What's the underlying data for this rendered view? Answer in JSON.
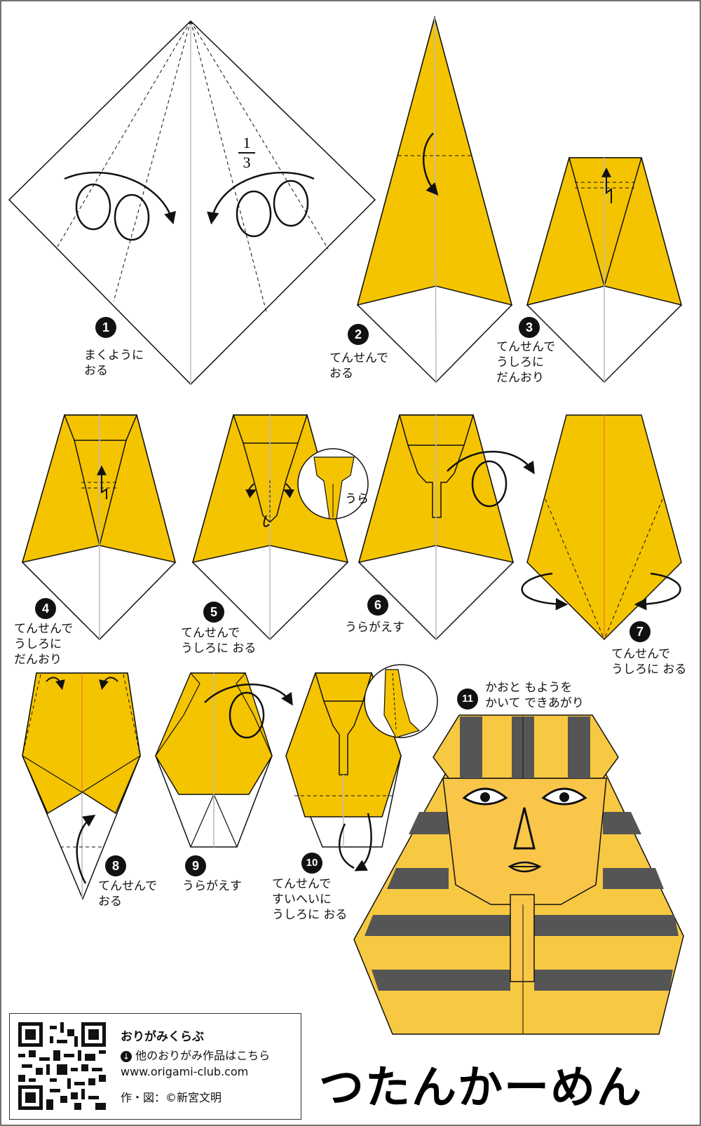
{
  "title": "つたんかーめん",
  "fraction": {
    "numerator": "1",
    "denominator": "3"
  },
  "steps": [
    {
      "number": "1",
      "text": "まくように\nおる"
    },
    {
      "number": "2",
      "text": "てんせんで\nおる"
    },
    {
      "number": "3",
      "text": "てんせんで\nうしろに\nだんおり"
    },
    {
      "number": "4",
      "text": "てんせんで\nうしろに\nだんおり"
    },
    {
      "number": "5",
      "text": "てんせんで\nうしろに おる"
    },
    {
      "number": "6",
      "text": "うらがえす"
    },
    {
      "number": "7",
      "text": "てんせんで\nうしろに おる"
    },
    {
      "number": "8",
      "text": "てんせんで\nおる"
    },
    {
      "number": "9",
      "text": "うらがえす"
    },
    {
      "number": "10",
      "text": "てんせんで\nすいへいに\nうしろに おる"
    },
    {
      "number": "11",
      "text": "かおと もようを\nかいて できあがり"
    }
  ],
  "detail_label": "うら",
  "info": {
    "club_name": "おりがみくらぶ",
    "link_text": "他のおりがみ作品はこちら",
    "url": "www.origami-club.com",
    "credit": "作・図：©新宮文明"
  },
  "colors": {
    "paper_yellow": "#f5c400",
    "stripe_light": "#f7c842",
    "stripe_dark": "#555555",
    "face": "#f9c64a",
    "line": "#111111"
  }
}
